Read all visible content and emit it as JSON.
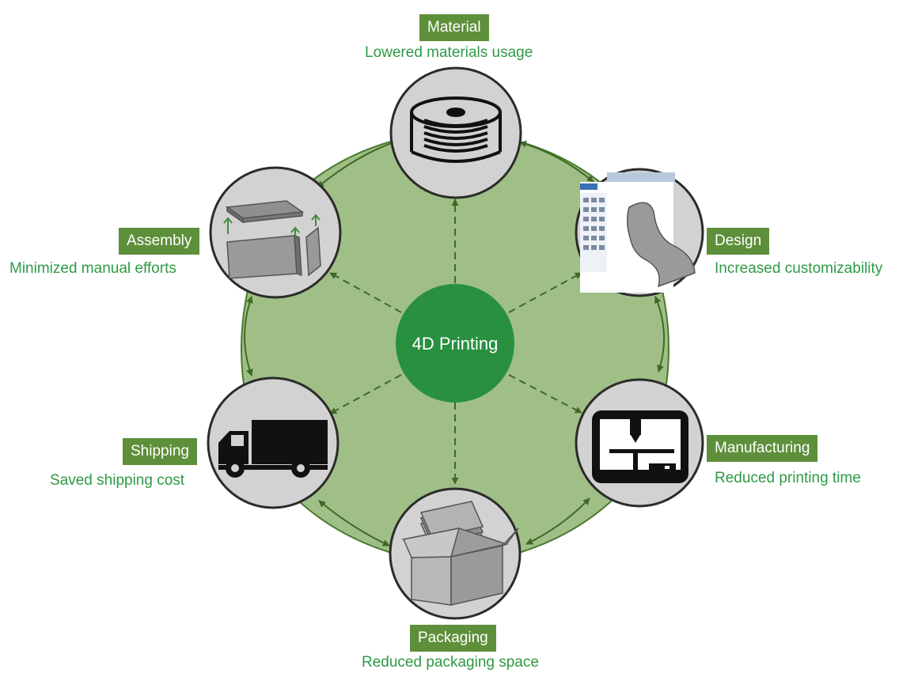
{
  "center": {
    "label": "4D Printing"
  },
  "nodes": [
    {
      "id": "material",
      "category": "Material",
      "benefit": "Lowered materials usage",
      "icon": "filament-spool-icon"
    },
    {
      "id": "design",
      "category": "Design",
      "benefit": "Increased customizability",
      "icon": "cad-chair-icon"
    },
    {
      "id": "manufacturing",
      "category": "Manufacturing",
      "benefit": "Reduced printing time",
      "icon": "3d-printer-icon"
    },
    {
      "id": "packaging",
      "category": "Packaging",
      "benefit": "Reduced packaging space",
      "icon": "flat-pack-box-icon"
    },
    {
      "id": "shipping",
      "category": "Shipping",
      "benefit": "Saved shipping cost",
      "icon": "truck-icon"
    },
    {
      "id": "assembly",
      "category": "Assembly",
      "benefit": "Minimized manual efforts",
      "icon": "flat-panels-assembly-icon"
    }
  ],
  "colors": {
    "hexagon_fill": "#a0bf87",
    "hexagon_stroke": "#4a7a2e",
    "center_fill": "#28903f",
    "tag_fill": "#5e8f3a",
    "benefit_text": "#2e9a45",
    "node_fill": "#d2d2d2"
  }
}
